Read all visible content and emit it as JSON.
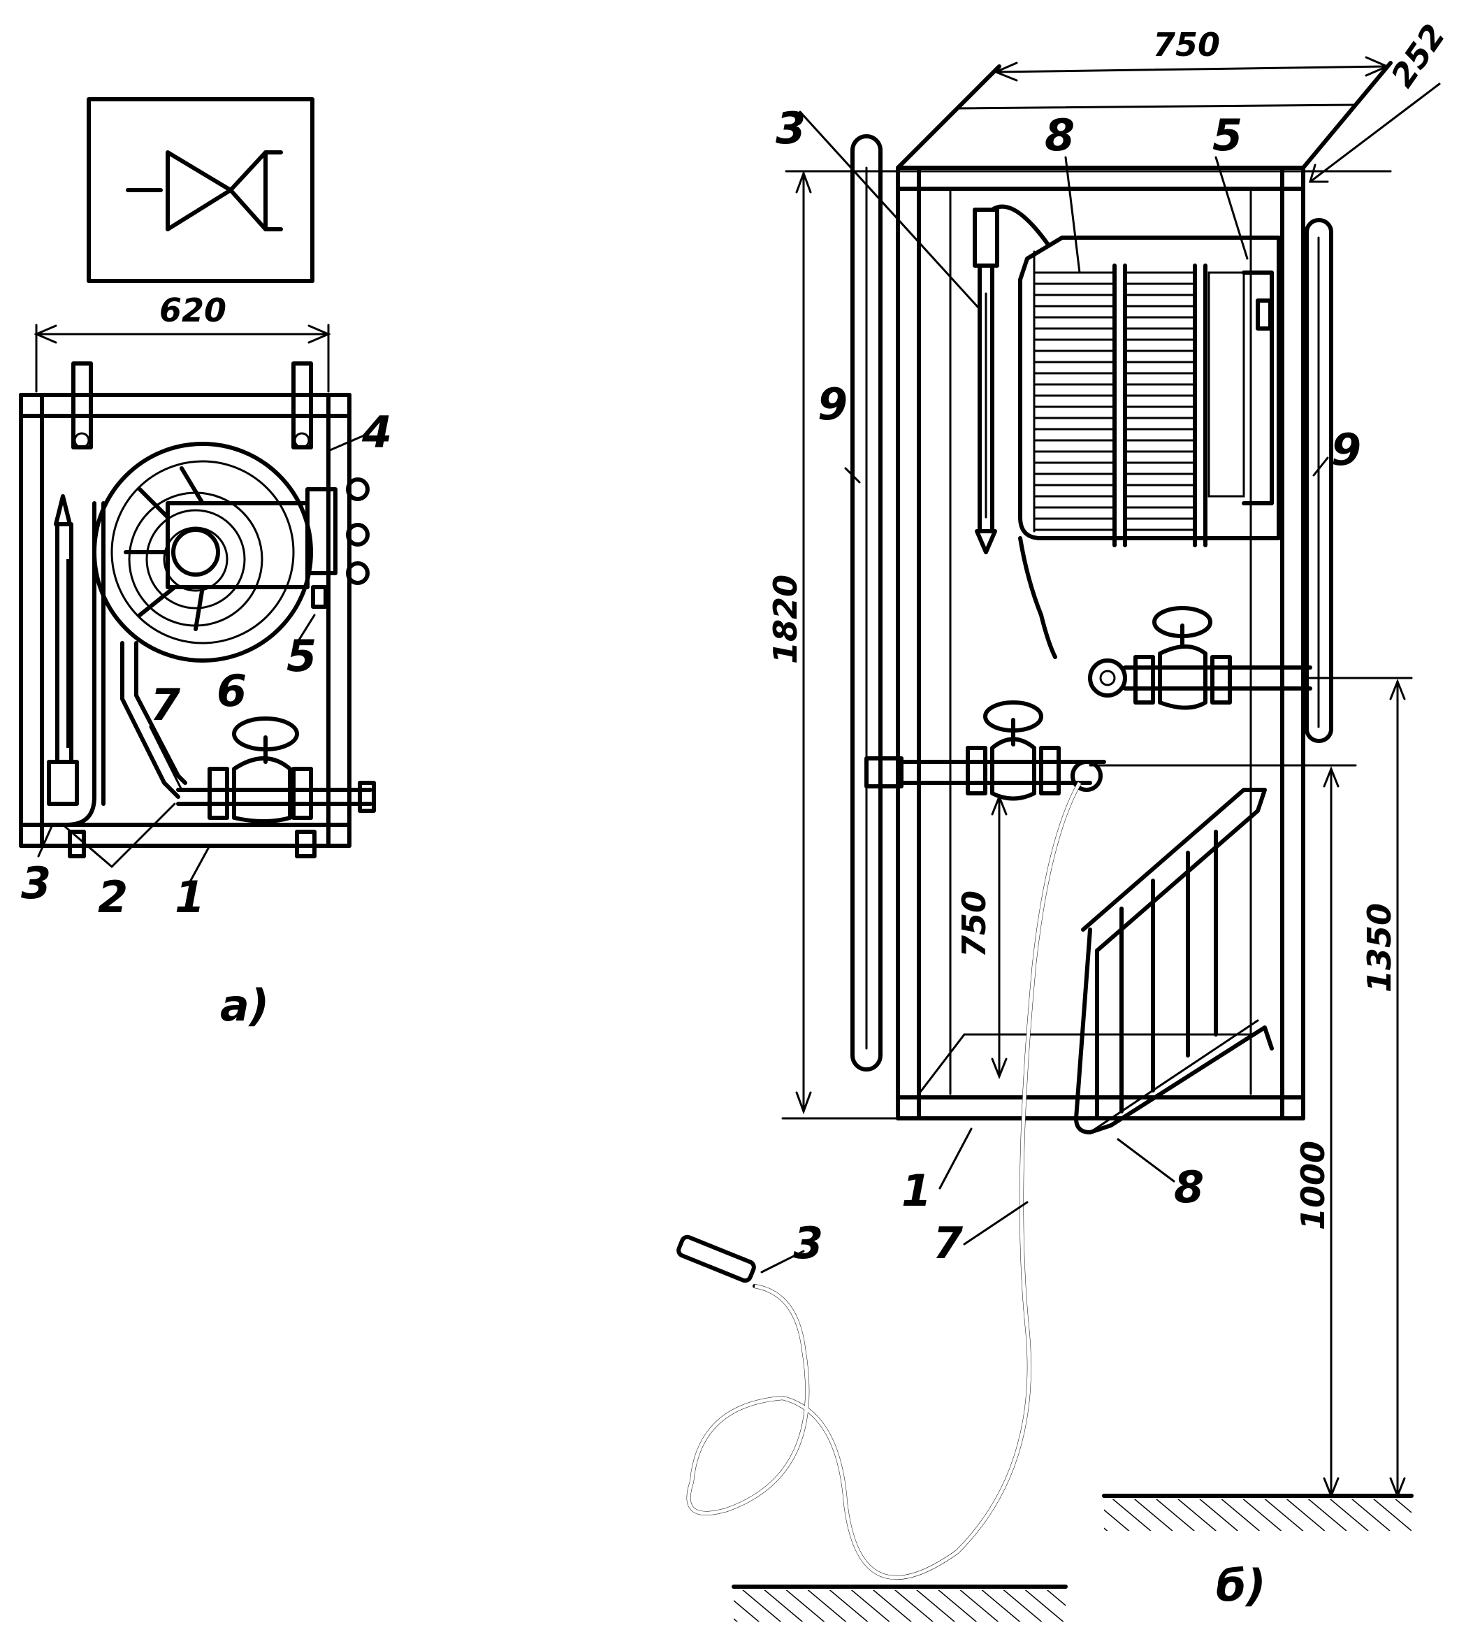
{
  "diagram": {
    "view_a": {
      "caption": "a)",
      "width_dim": "620",
      "callouts": [
        "1",
        "2",
        "3",
        "4",
        "5",
        "6",
        "7"
      ]
    },
    "view_b": {
      "caption": "б)",
      "dims": {
        "width": "750",
        "depth": "252",
        "height": "1820",
        "valve_drop": "750",
        "upper_pipe": "1350",
        "lower_pipe": "1000"
      },
      "callouts": {
        "c1": "1",
        "c3_top": "3",
        "c3_hose": "3",
        "c5": "5",
        "c7": "7",
        "c8_top": "8",
        "c8_bottom": "8",
        "c9_left": "9",
        "c9_right": "9"
      }
    },
    "symbol": "valve-symbol"
  }
}
